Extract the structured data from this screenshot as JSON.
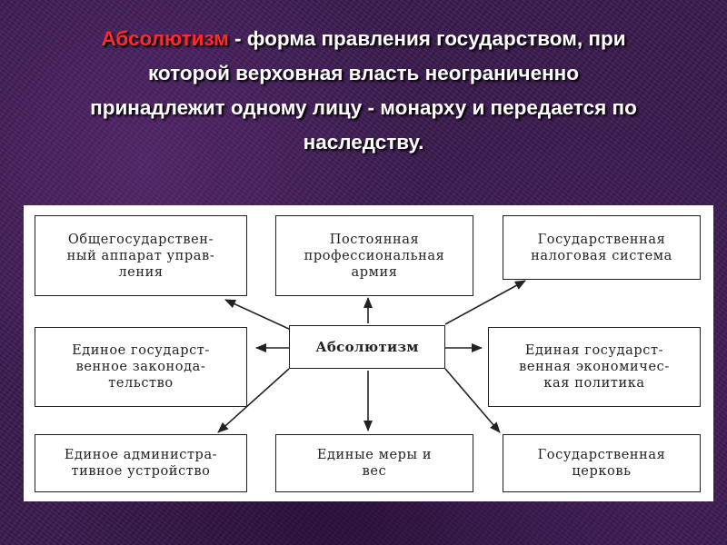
{
  "title": {
    "term": "Абсолютизм",
    "definition": " - форма правления государством, при которой верховная власть неограниченно принадлежит одному лицу - монарху и передается по наследству."
  },
  "diagram": {
    "center": "Абсолютизм",
    "boxes": {
      "admin_apparatus": "Общегосударствен-\nный аппарат управ-\nления",
      "army": "Постоянная\nпрофессиональная\nармия",
      "tax_system": "Государственная\nналоговая система",
      "legislation": "Единое государст-\nвенное законода-\nтельство",
      "economic_policy": "Единая государст-\nвенная экономичес-\nкая политика",
      "admin_structure": "Единое администра-\nтивное устройство",
      "measures": "Единые меры и\nвес",
      "church": "Государственная\nцерковь"
    }
  },
  "colors": {
    "term": "#ff2b2b",
    "title_text": "#ffffff",
    "background": "#3a1a4e"
  }
}
